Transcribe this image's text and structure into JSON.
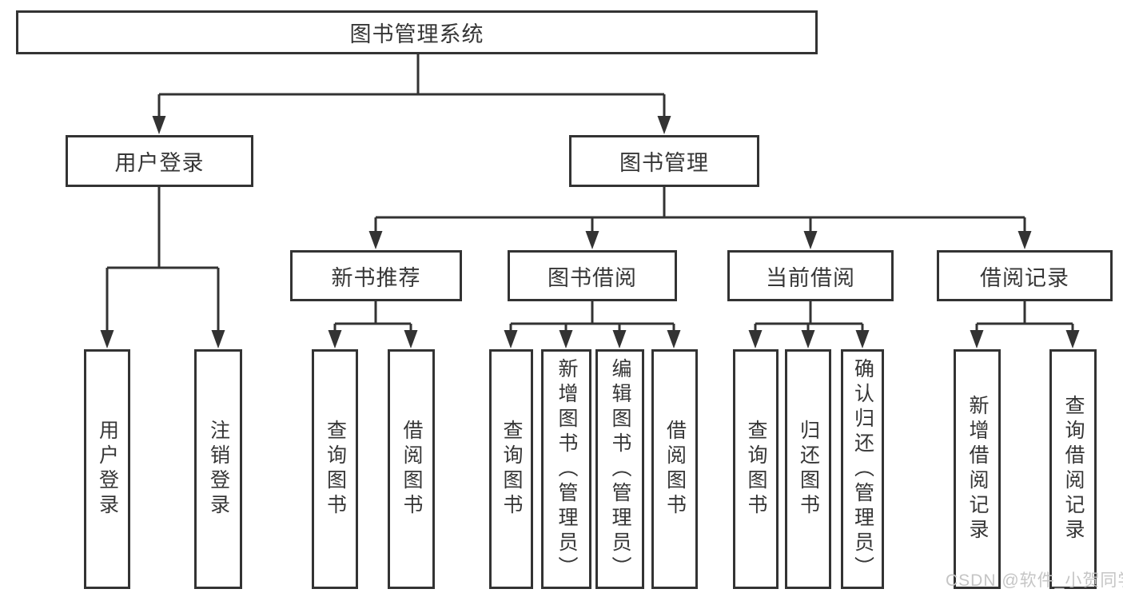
{
  "diagram": {
    "type": "tree",
    "colors": {
      "line": "#333333",
      "text": "#363636",
      "box_background": "#ffffff",
      "watermark": "#c5c5c5"
    },
    "tree": {
      "root": {
        "label": "图书管理系统"
      },
      "level2": [
        {
          "label": "用户登录"
        },
        {
          "label": "图书管理"
        }
      ],
      "level3": [
        {
          "label": "新书推荐"
        },
        {
          "label": "图书借阅"
        },
        {
          "label": "当前借阅"
        },
        {
          "label": "借阅记录"
        }
      ],
      "leaves": {
        "user_login": [
          {
            "label": "用户登录"
          },
          {
            "label": "注销登录"
          }
        ],
        "new_book": [
          {
            "label": "查询图书"
          },
          {
            "label": "借阅图书"
          }
        ],
        "book_borrow": [
          {
            "label": "查询图书"
          },
          {
            "label": "新增图书（管理员）"
          },
          {
            "label": "编辑图书（管理员）"
          },
          {
            "label": "借阅图书"
          }
        ],
        "current_borrow": [
          {
            "label": "查询图书"
          },
          {
            "label": "归还图书"
          },
          {
            "label": "确认归还（管理员）"
          }
        ],
        "borrow_records": [
          {
            "label": "新增借阅记录"
          },
          {
            "label": "查询借阅记录"
          }
        ]
      }
    },
    "watermark": {
      "text": "CSDN @软件_小贺同学"
    }
  }
}
